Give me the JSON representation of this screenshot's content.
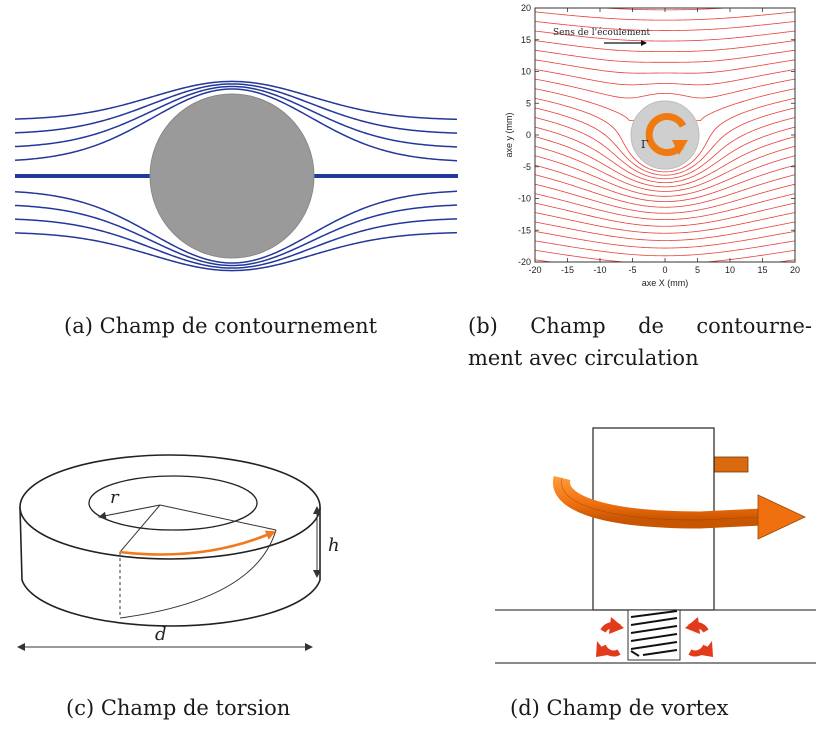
{
  "captions": {
    "a": "(a) Champ de contournement",
    "b_line1": "(b) Champ de contourne-",
    "b_line2": "ment avec circulation",
    "c": "(c) Champ de torsion",
    "d": "(d) Champ de vortex"
  },
  "panel_b": {
    "x_ticks": [
      "-20",
      "-15",
      "-10",
      "-5",
      "0",
      "5",
      "10",
      "15",
      "20"
    ],
    "y_ticks": [
      "20",
      "15",
      "10",
      "5",
      "0",
      "-5",
      "-10",
      "-15",
      "-20"
    ],
    "xlabel": "axe X (mm)",
    "ylabel": "axe y (mm)",
    "xlim": [
      -20,
      20
    ],
    "ylim": [
      -20,
      20
    ],
    "annotation": "Sens de l'écoulement",
    "circulation_symbol": "Γ",
    "streamline_color": "#e8413a",
    "obstacle_color": "#c8c8c8",
    "arrow_color": "#f07a10"
  },
  "panel_a": {
    "streamline_color": "#23389a",
    "obstacle_color": "#9a9a9a"
  },
  "panel_c": {
    "r_label": "r",
    "h_label": "h",
    "d_label": "d",
    "arc_color": "#f07a20"
  },
  "panel_d": {
    "arrow_color": "#f07a10",
    "vortex_color": "#e23a1a"
  }
}
